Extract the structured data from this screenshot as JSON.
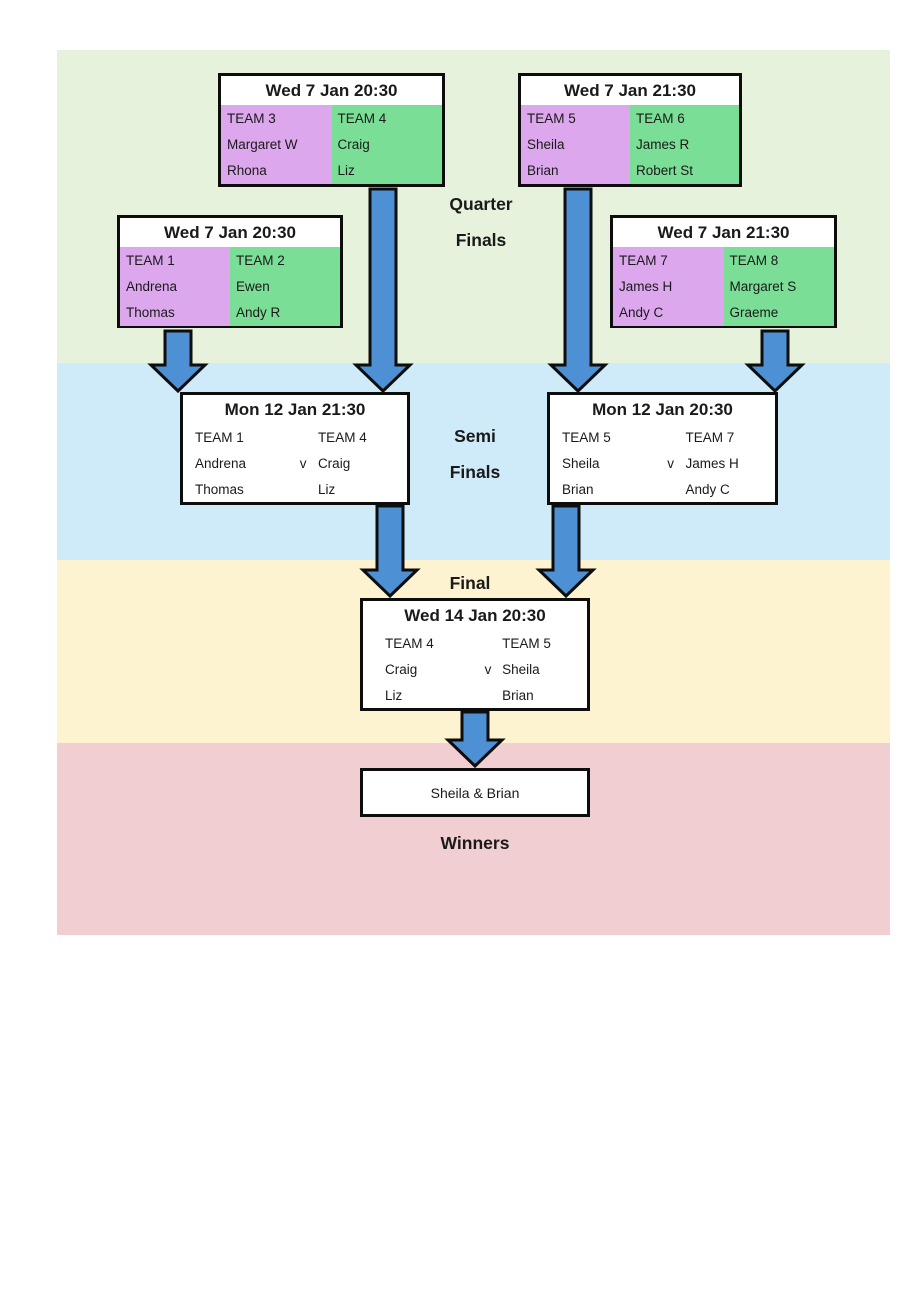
{
  "stage_labels": {
    "quarter": {
      "line1": "Quarter",
      "line2": "Finals"
    },
    "semi": {
      "line1": "Semi",
      "line2": "Finals"
    },
    "final": "Final",
    "winners": "Winners"
  },
  "quarter_finals": [
    {
      "datetime": "Wed 7 Jan 20:30",
      "team_a": {
        "name": "TEAM 3",
        "players": [
          "Margaret W",
          "Rhona"
        ]
      },
      "team_b": {
        "name": "TEAM 4",
        "players": [
          "Craig",
          "Liz"
        ]
      }
    },
    {
      "datetime": "Wed 7 Jan 21:30",
      "team_a": {
        "name": "TEAM 5",
        "players": [
          "Sheila",
          "Brian"
        ]
      },
      "team_b": {
        "name": "TEAM 6",
        "players": [
          "James R",
          "Robert St"
        ]
      }
    },
    {
      "datetime": "Wed 7 Jan 20:30",
      "team_a": {
        "name": "TEAM 1",
        "players": [
          "Andrena",
          "Thomas"
        ]
      },
      "team_b": {
        "name": "TEAM 2",
        "players": [
          "Ewen",
          "Andy R"
        ]
      }
    },
    {
      "datetime": "Wed 7 Jan 21:30",
      "team_a": {
        "name": "TEAM 7",
        "players": [
          "James H",
          "Andy C"
        ]
      },
      "team_b": {
        "name": "TEAM 8",
        "players": [
          "Margaret S",
          "Graeme"
        ]
      }
    }
  ],
  "semi_finals": [
    {
      "datetime": "Mon 12 Jan 21:30",
      "versus": "v",
      "team_a": {
        "name": "TEAM 1",
        "players": [
          "Andrena",
          "Thomas"
        ]
      },
      "team_b": {
        "name": "TEAM 4",
        "players": [
          "Craig",
          "Liz"
        ]
      }
    },
    {
      "datetime": "Mon 12 Jan 20:30",
      "versus": "v",
      "team_a": {
        "name": "TEAM 5",
        "players": [
          "Sheila",
          "Brian"
        ]
      },
      "team_b": {
        "name": "TEAM 7",
        "players": [
          "James H",
          "Andy C"
        ]
      }
    }
  ],
  "final": {
    "datetime": "Wed 14 Jan 20:30",
    "versus": "v",
    "team_a": {
      "name": "TEAM 4",
      "players": [
        "Craig",
        "Liz"
      ]
    },
    "team_b": {
      "name": "TEAM 5",
      "players": [
        "Sheila",
        "Brian"
      ]
    }
  },
  "winner": {
    "text": "Sheila & Brian"
  },
  "colors": {
    "band_quarter": "#e7f2dd",
    "band_semi": "#cfeaf8",
    "band_final": "#fdf3d0",
    "band_winners": "#f1ced1",
    "team_left": "#dda7ee",
    "team_right": "#7ade96",
    "arrow": "#4e90d4"
  }
}
